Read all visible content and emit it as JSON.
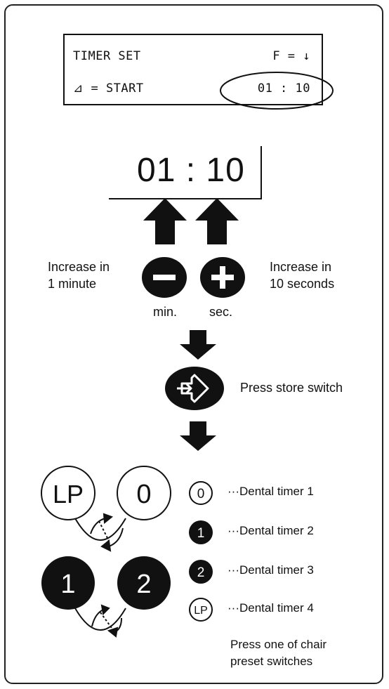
{
  "lcd": {
    "title": "TIMER SET",
    "f_key": "F = ↓",
    "start_key": "⊿ = START",
    "time": "01 : 10"
  },
  "display_time": "01 : 10",
  "buttons": {
    "minus_note": "Increase in\n1 minute",
    "plus_note": "Increase in\n10 seconds",
    "min_label": "min.",
    "sec_label": "sec."
  },
  "store": {
    "caption": "Press store switch"
  },
  "switches": {
    "lp": "LP",
    "zero": "0",
    "one": "1",
    "two": "2"
  },
  "legend": [
    {
      "badge": "0",
      "text": "···Dental timer 1",
      "filled": false
    },
    {
      "badge": "1",
      "text": "···Dental timer 2",
      "filled": true
    },
    {
      "badge": "2",
      "text": "···Dental timer 3",
      "filled": true
    },
    {
      "badge": "LP",
      "text": "···Dental timer 4",
      "filled": false
    }
  ],
  "footer": "Press one of chair\npreset switches"
}
